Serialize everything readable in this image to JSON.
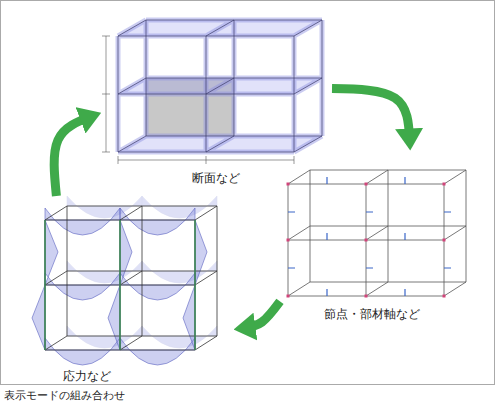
{
  "diagram": {
    "caption": "表示モードの組み合わせ",
    "nodes": [
      {
        "text": [
          "断面など"
        ]
      },
      {
        "text": [
          "節点・部材軸など"
        ]
      },
      {
        "text": [
          "応力など"
        ]
      }
    ],
    "edges": [
      {
        "from": 0,
        "to": 1,
        "arrow": "to"
      },
      {
        "from": 1,
        "to": 2,
        "arrow": "to"
      },
      {
        "from": 2,
        "to": 0,
        "arrow": "to"
      }
    ]
  }
}
